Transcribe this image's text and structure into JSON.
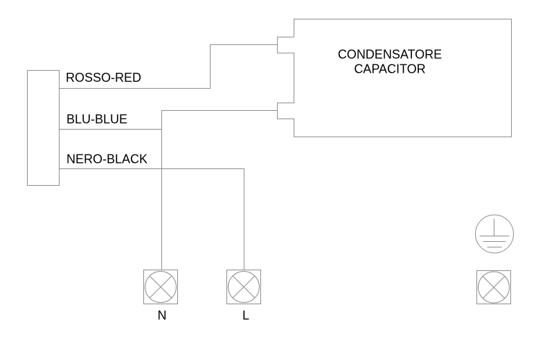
{
  "capacitor": {
    "line1": "CONDENSATORE",
    "line2": "CAPACITOR"
  },
  "wires": [
    {
      "name": "rosso-red",
      "label": "ROSSO-RED"
    },
    {
      "name": "blu-blue",
      "label": "BLU-BLUE"
    },
    {
      "name": "nero-black",
      "label": "NERO-BLACK"
    }
  ],
  "terminals": [
    {
      "name": "neutral",
      "label": "N"
    },
    {
      "name": "line",
      "label": "L"
    }
  ],
  "icons": [
    {
      "name": "protective-earth-icon",
      "meaning": "ground symbol inside circle"
    },
    {
      "name": "crossed-circle-lamp-icon",
      "meaning": "circle with X inside square"
    }
  ],
  "colors": {
    "line": "#8c8c8c",
    "text": "#000000",
    "background": "#ffffff"
  }
}
